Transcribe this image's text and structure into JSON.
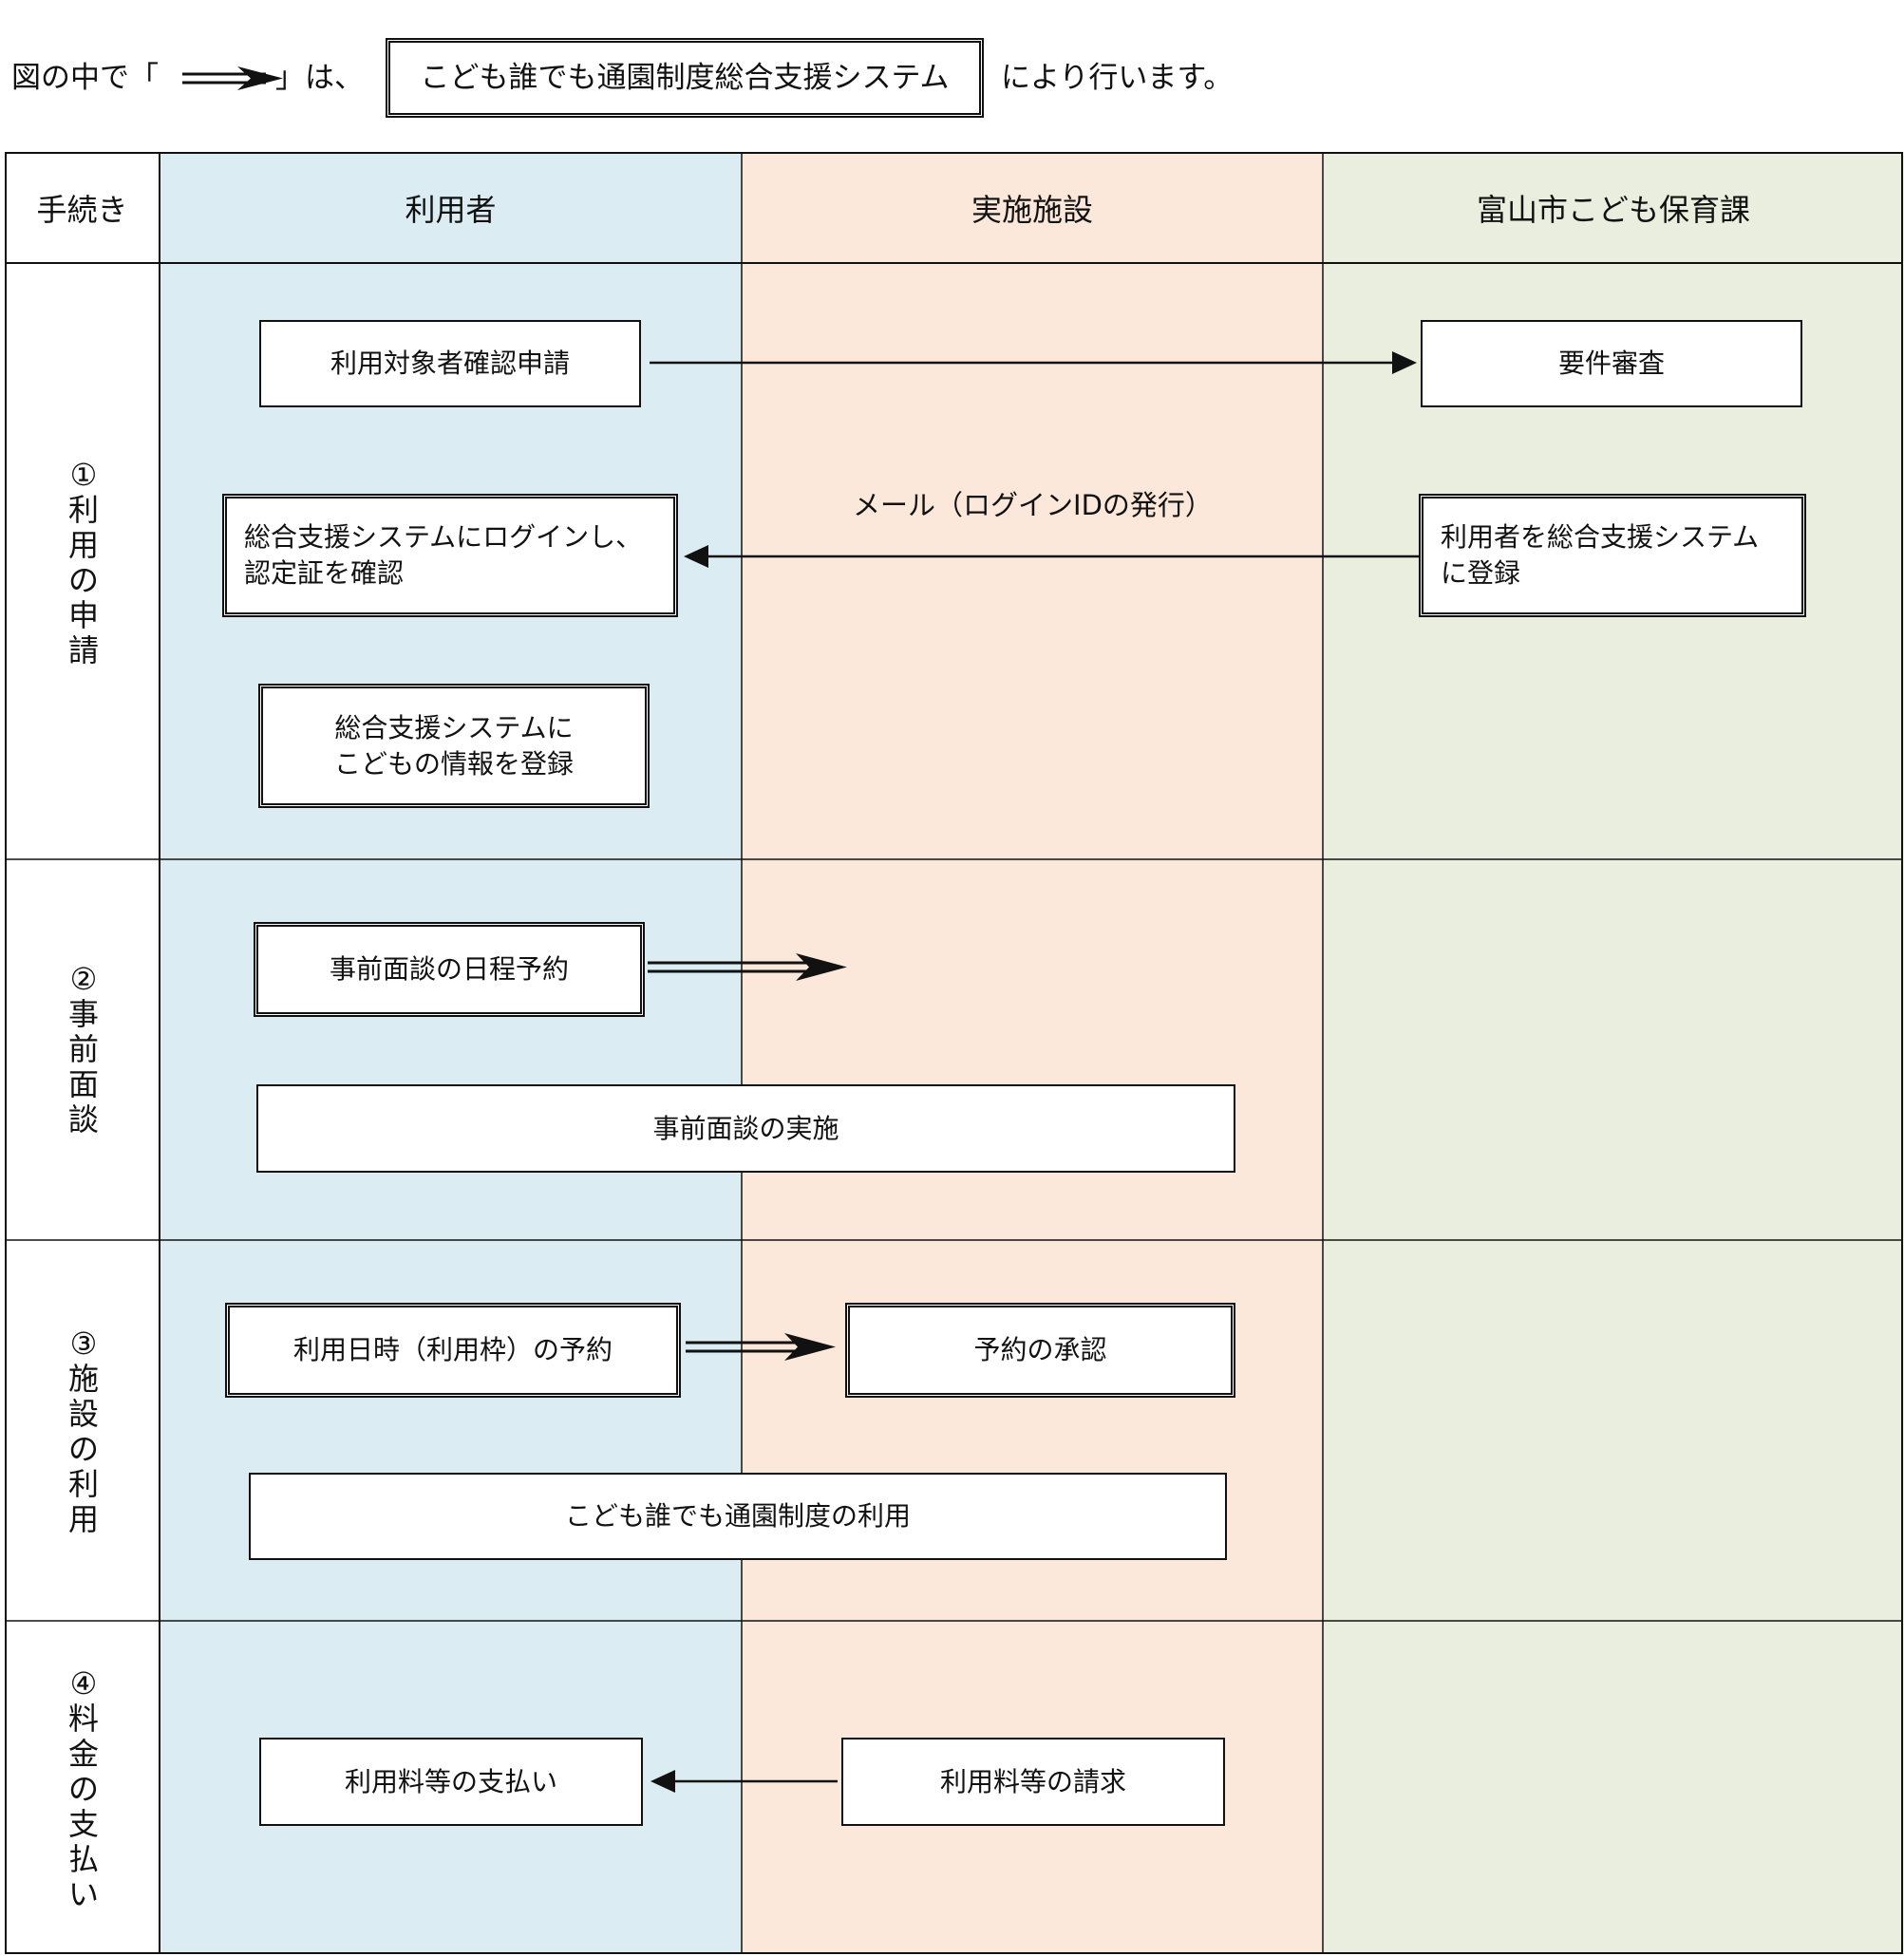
{
  "legend": {
    "prefix": "図の中で「",
    "suffix": "」は、",
    "system_name": "こども誰でも通園制度総合支援システム",
    "tail": "により行います。"
  },
  "headers": {
    "step": "手続き",
    "user": "利用者",
    "facility": "実施施設",
    "city": "富山市こども保育課"
  },
  "lane_colors": {
    "user": "#dbedf3",
    "facility": "#fce8da",
    "city": "#eaeedf"
  },
  "steps": [
    {
      "label": [
        "①",
        "利",
        "用",
        "の",
        "申",
        "請"
      ]
    },
    {
      "label": [
        "②",
        "事",
        "前",
        "面",
        "談"
      ]
    },
    {
      "label": [
        "③",
        "施",
        "設",
        "の",
        "利",
        "用"
      ]
    },
    {
      "label": [
        "④",
        "料",
        "金",
        "の",
        "支",
        "払",
        "い"
      ]
    }
  ],
  "boxes": {
    "apply_confirm": "利用対象者確認申請",
    "requirement_review": "要件審査",
    "login_line1": "総合支援システムにログインし、",
    "login_line2": "認定証を確認",
    "register_line1": "利用者を総合支援システム",
    "register_line2": "に登録",
    "child_info_line1": "総合支援システムに",
    "child_info_line2": "こどもの情報を登録",
    "interview_reserve": "事前面談の日程予約",
    "interview_do": "事前面談の実施",
    "use_reserve": "利用日時（利用枠）の予約",
    "reserve_approve": "予約の承認",
    "use_system": "こども誰でも通園制度の利用",
    "fee_payment": "利用料等の支払い",
    "fee_billing": "利用料等の請求"
  },
  "mail_label": "メール（ログインIDの発行）"
}
